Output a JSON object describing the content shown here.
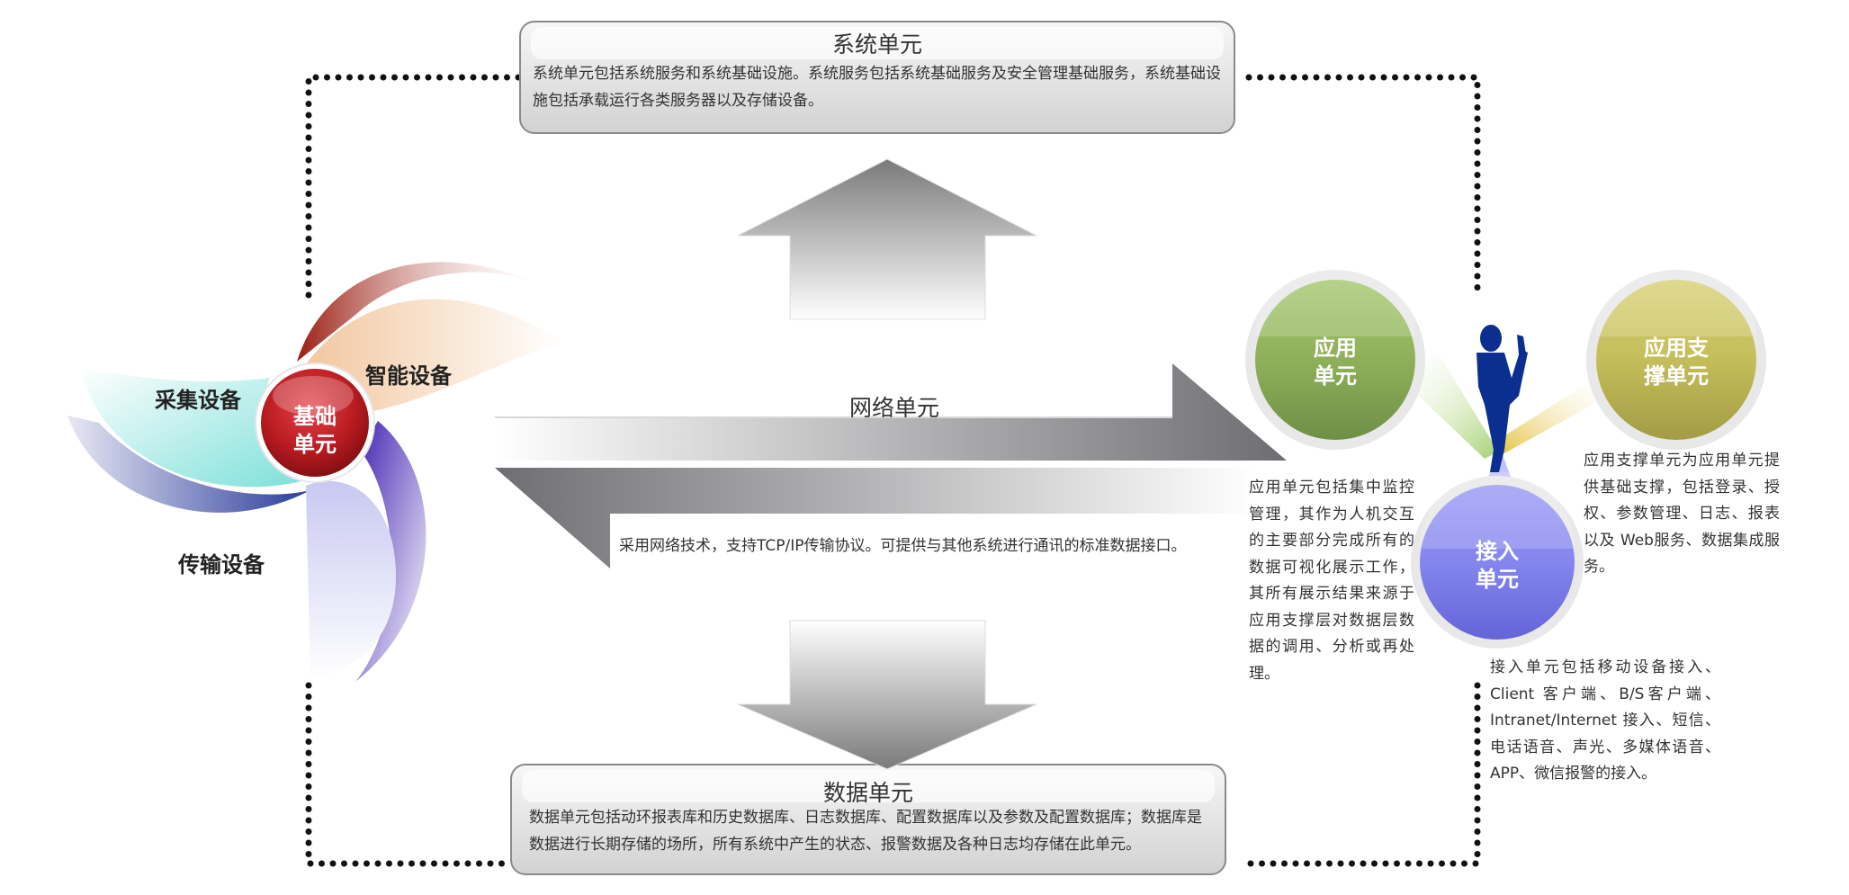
{
  "system": {
    "title": "系统单元",
    "desc": "系统单元包括系统服务和系统基础设施。系统服务包括系统基础服务及安全管理基础服务，系统基础设施包括承载运行各类服务器以及存储设备。"
  },
  "network": {
    "title": "网络单元",
    "desc": "采用网络技术，支持TCP/IP传输协议。可提供与其他系统进行通讯的标准数据接口。"
  },
  "data": {
    "title": "数据单元",
    "desc": "数据单元包括动环报表库和历史数据库、日志数据库、配置数据库以及参数及配置数据库；数据库是数据进行长期存储的场所，所有系统中产生的状态、报警数据及各种日志均存储在此单元。"
  },
  "basic": {
    "center_line1": "基础",
    "center_line2": "单元",
    "petal_collect": "采集设备",
    "petal_smart": "智能设备",
    "petal_transmit": "传输设备"
  },
  "app": {
    "line1": "应用",
    "line2": "单元",
    "desc": "应用单元包括集中监控管理，其作为人机交互的主要部分完成所有的数据可视化展示工作，其所有展示结果来源于应用支撑层对数据层数据的调用、分析或再处理。"
  },
  "support": {
    "line1": "应用支",
    "line2": "撑单元",
    "desc": "应用支撑单元为应用单元提供基础支撑，包括登录、授权、参数管理、日志、报表以及 Web服务、数据集成服务。"
  },
  "access": {
    "line1": "接入",
    "line2": "单元",
    "desc": "接入单元包括移动设备接入、Client 客户端、B/S客户端、Intranet/Internet 接入、短信、 电话语音、声光、多媒体语音、APP、微信报警的接入。"
  },
  "colors": {
    "app_green": "#8fb05a",
    "support_olive": "#c4bd5a",
    "access_blue": "#8585ee",
    "basic_red": "#b81b20",
    "figure_blue": "#0b2f8f"
  }
}
